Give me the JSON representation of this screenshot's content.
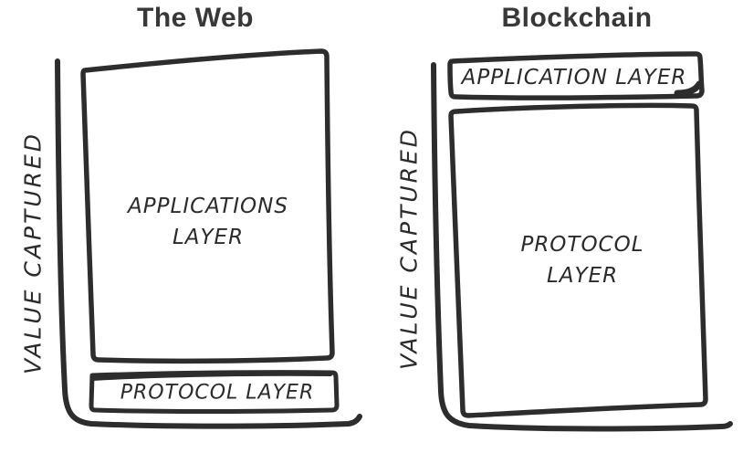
{
  "colors": {
    "stroke": "#2d2d2d",
    "title_text": "#383838",
    "hand_text": "#2b2b2b",
    "background": "#ffffff"
  },
  "left_panel": {
    "title": "The Web",
    "axis_label": "VALUE CAPTURED",
    "applications_box": {
      "line1": "APPLICATIONS",
      "line2": "LAYER"
    },
    "protocol_box": {
      "label": "PROTOCOL LAYER"
    }
  },
  "right_panel": {
    "title": "Blockchain",
    "axis_label": "VALUE CAPTURED",
    "application_box": {
      "label": "APPLICATION LAYER"
    },
    "protocol_box": {
      "line1": "PROTOCOL",
      "line2": "LAYER"
    }
  }
}
